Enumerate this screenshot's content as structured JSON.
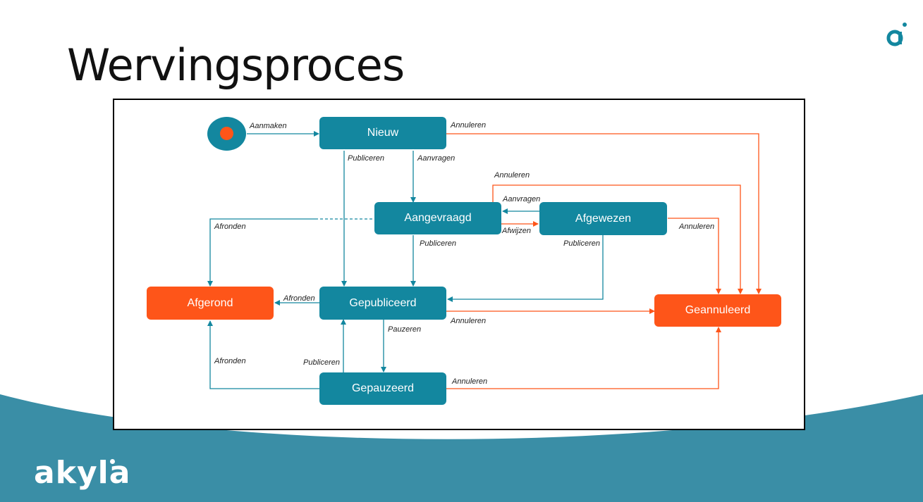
{
  "slide": {
    "title": "Wervingsproces",
    "brand": "akyla"
  },
  "colors": {
    "teal": "#13879f",
    "orange": "#fe5519",
    "wave": "#3a8ea6"
  },
  "diagram": {
    "states": {
      "nieuw": "Nieuw",
      "aangevraagd": "Aangevraagd",
      "afgewezen": "Afgewezen",
      "afgerond": "Afgerond",
      "gepubliceerd": "Gepubliceerd",
      "geannuleerd": "Geannuleerd",
      "gepauzeerd": "Gepauzeerd"
    },
    "transitions": {
      "aanmaken": "Aanmaken",
      "nieuw_annuleren": "Annuleren",
      "nieuw_publiceren": "Publiceren",
      "nieuw_aanvragen": "Aanvragen",
      "afgewezen_annuleren_top": "Annuleren",
      "afgewezen_aanvragen": "Aanvragen",
      "aangevraagd_afronden": "Afronden",
      "aangevraagd_afwijzen": "Afwijzen",
      "afgewezen_annuleren": "Annuleren",
      "aangevraagd_publiceren": "Publiceren",
      "afgewezen_publiceren": "Publiceren",
      "gepubliceerd_afronden": "Afronden",
      "gepubliceerd_annuleren": "Annuleren",
      "gepubliceerd_pauzeren": "Pauzeren",
      "gepauzeerd_afronden": "Afronden",
      "gepauzeerd_publiceren": "Publiceren",
      "gepauzeerd_annuleren": "Annuleren"
    }
  }
}
